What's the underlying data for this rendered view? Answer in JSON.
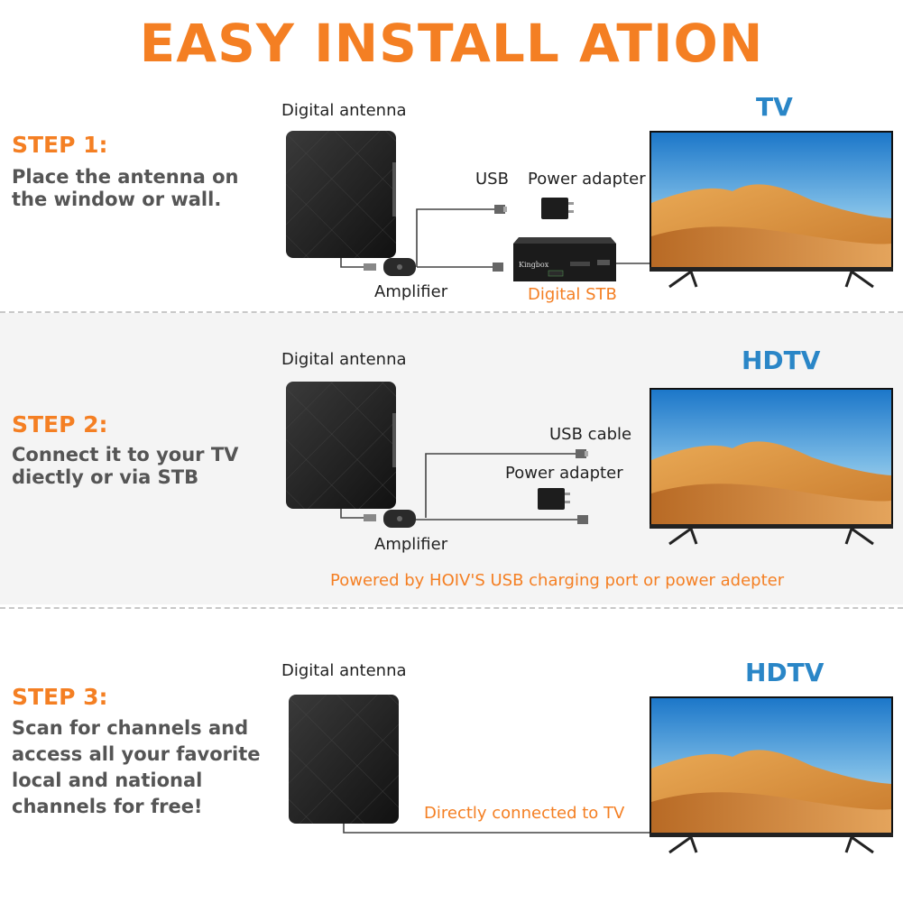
{
  "title": "EASY INSTALL ATION",
  "steps": [
    {
      "heading": "STEP 1:",
      "lines": [
        "Place the antenna on",
        "the window or wall."
      ],
      "antenna_label": "Digital antenna",
      "tv_label": "TV",
      "usb_label": "USB",
      "power_label": "Power adapter",
      "amplifier_label": "Amplifier",
      "stb_label": "Digital STB",
      "stb_brand": "Kingbox"
    },
    {
      "heading": "STEP 2:",
      "lines": [
        "Connect it to your TV",
        "diectly or via STB"
      ],
      "antenna_label": "Digital antenna",
      "tv_label": "HDTV",
      "usb_label": "USB cable",
      "power_label": "Power adapter",
      "amplifier_label": "Amplifier",
      "note": "Powered by HOIV'S USB charging port or power adepter"
    },
    {
      "heading": "STEP 3:",
      "lines": [
        "Scan for channels and",
        "access all your favorite",
        "local and national",
        "channels for free!"
      ],
      "antenna_label": "Digital antenna",
      "tv_label": "HDTV",
      "note": "Directly connected to TV"
    }
  ],
  "colors": {
    "accent_orange": "#f47f23",
    "tv_blue": "#2a86c7",
    "text_gray": "#555555"
  }
}
